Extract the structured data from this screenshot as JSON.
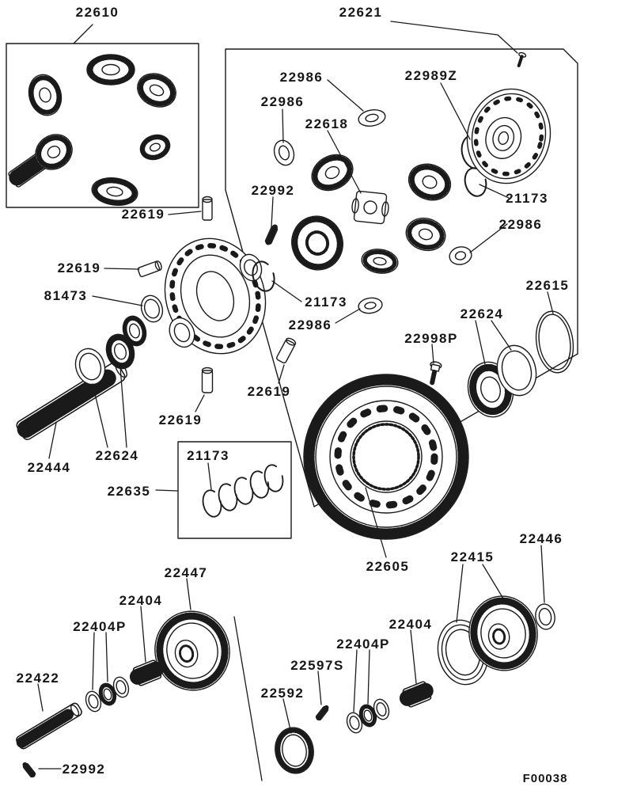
{
  "diagram": {
    "figure_code": "F00038",
    "colors": {
      "ink": "#1a1a1a",
      "background": "#ffffff"
    }
  },
  "labels": {
    "set_22610": "22610",
    "assembly_22621": "22621",
    "washer_22986_top": "22986",
    "ring_22989z": "22989Z",
    "washer_22986_upper": "22986",
    "spider_22618": "22618",
    "pin_22992_upper": "22992",
    "ring_21173_right": "21173",
    "washer_22986_right": "22986",
    "pin_22619_top": "22619",
    "pin_22619_left": "22619",
    "ring_81473": "81473",
    "ring_21173_center": "21173",
    "washer_22986_center": "22986",
    "oring_22615": "22615",
    "bearing_22624_right": "22624",
    "bolt_22998p": "22998P",
    "pin_22619_center": "22619",
    "shaft_22444": "22444",
    "bearing_22624_left": "22624",
    "pin_22619_lower": "22619",
    "ring_21173_box": "21173",
    "springs_22635": "22635",
    "ring_gear_22605": "22605",
    "gear_22415": "22415",
    "washer_22446": "22446",
    "gear_22447": "22447",
    "sleeve_22404_left": "22404",
    "kit_22404p_left": "22404P",
    "shaft_22422": "22422",
    "kit_22404p_right": "22404P",
    "sleeve_22404_right": "22404",
    "pin_22597s": "22597S",
    "ring_22592": "22592",
    "pin_22992_lower": "22992"
  }
}
